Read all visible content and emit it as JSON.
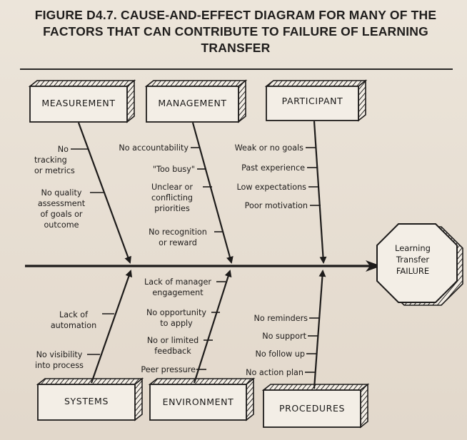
{
  "figure": {
    "title_line1": "FIGURE D4.7.   CAUSE-AND-EFFECT DIAGRAM FOR MANY OF THE",
    "title_line2": "FACTORS THAT CAN CONTRIBUTE TO FAILURE OF LEARNING",
    "title_line3": "TRANSFER"
  },
  "effect": {
    "line1": "Learning",
    "line2": "Transfer",
    "line3": "FAILURE"
  },
  "categories": {
    "measurement": "MEASUREMENT",
    "management": "MANAGEMENT",
    "participant": "PARTICIPANT",
    "systems": "SYSTEMS",
    "environment": "ENVIRONMENT",
    "procedures": "PROCEDURES"
  },
  "causes": {
    "measurement": {
      "c1_l1": "No",
      "c1_l2": "tracking",
      "c1_l3": "or metrics",
      "c2_l1": "No quality",
      "c2_l2": "assessment",
      "c2_l3": "of goals or",
      "c2_l4": "outcome"
    },
    "management": {
      "c1": "No accountability",
      "c2": "\"Too busy\"",
      "c3_l1": "Unclear or",
      "c3_l2": "conflicting",
      "c3_l3": "priorities",
      "c4_l1": "No recognition",
      "c4_l2": "or reward"
    },
    "participant": {
      "c1": "Weak or no goals",
      "c2": "Past experience",
      "c3": "Low expectations",
      "c4": "Poor motivation"
    },
    "systems": {
      "c1_l1": "Lack of",
      "c1_l2": "automation",
      "c2_l1": "No visibility",
      "c2_l2": "into process"
    },
    "environment": {
      "c1_l1": "Lack of manager",
      "c1_l2": "engagement",
      "c2_l1": "No opportunity",
      "c2_l2": "to apply",
      "c3_l1": "No or limited",
      "c3_l2": "feedback",
      "c4": "Peer pressure"
    },
    "procedures": {
      "c1": "No reminders",
      "c2": "No support",
      "c3": "No follow up",
      "c4": "No action plan"
    }
  }
}
